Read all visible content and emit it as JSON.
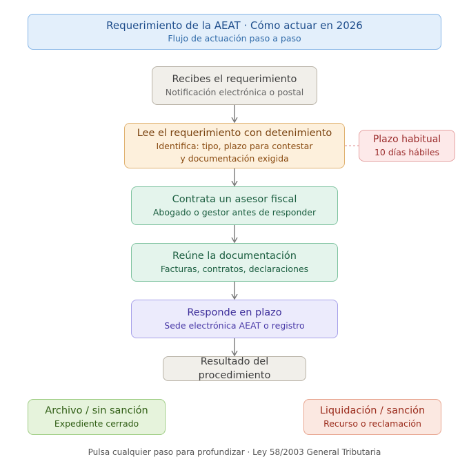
{
  "header": {
    "title": "Requerimiento de la AEAT · Cómo actuar en 2026",
    "subtitle": "Flujo de actuación paso a paso"
  },
  "steps": [
    {
      "title": "Recibes el requerimiento",
      "subtitle": "Notificación electrónica o postal"
    },
    {
      "title": "Lee el requerimiento con detenimiento",
      "subtitle_line1": "Identifica: tipo, plazo para contestar",
      "subtitle_line2": "y documentación exigida"
    },
    {
      "title": "Contrata un asesor fiscal",
      "subtitle": "Abogado o gestor antes de responder"
    },
    {
      "title": "Reúne la documentación",
      "subtitle": "Facturas, contratos, declaraciones"
    },
    {
      "title": "Responde en plazo",
      "subtitle": "Sede electrónica AEAT o registro"
    }
  ],
  "note": {
    "title": "Plazo habitual",
    "subtitle": "10 días hábiles"
  },
  "result": {
    "title": "Resultado del procedimiento"
  },
  "outcomes": [
    {
      "title": "Archivo / sin sanción",
      "subtitle": "Expediente cerrado"
    },
    {
      "title": "Liquidación / sanción",
      "subtitle": "Recurso o reclamación"
    }
  ],
  "footer": "Pulsa cualquier paso para profundizar · Ley 58/2003 General Tributaria",
  "colors": {
    "arrow": "#777777",
    "note_link": "#e5a3a3"
  }
}
